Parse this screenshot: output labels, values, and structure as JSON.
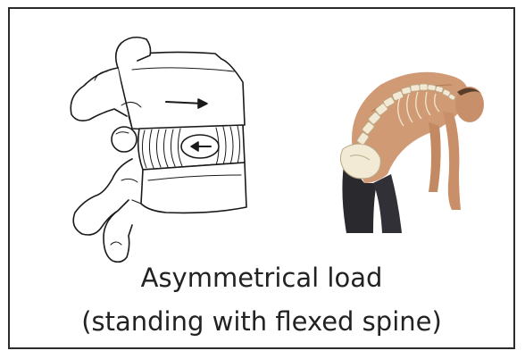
{
  "slide": {
    "caption_line1": "Asymmetrical load",
    "caption_line2": "(standing with flexed spine)"
  },
  "illustrations": {
    "vertebra": "vertebra-disc-line-drawing",
    "person": "person-bending-forward-with-spine-overlay"
  },
  "colors": {
    "frame": "#2b2b2b",
    "text": "#222222",
    "skin": "#d09a74",
    "spine_bone": "#f3ead6",
    "pants": "#2a2a2e"
  }
}
